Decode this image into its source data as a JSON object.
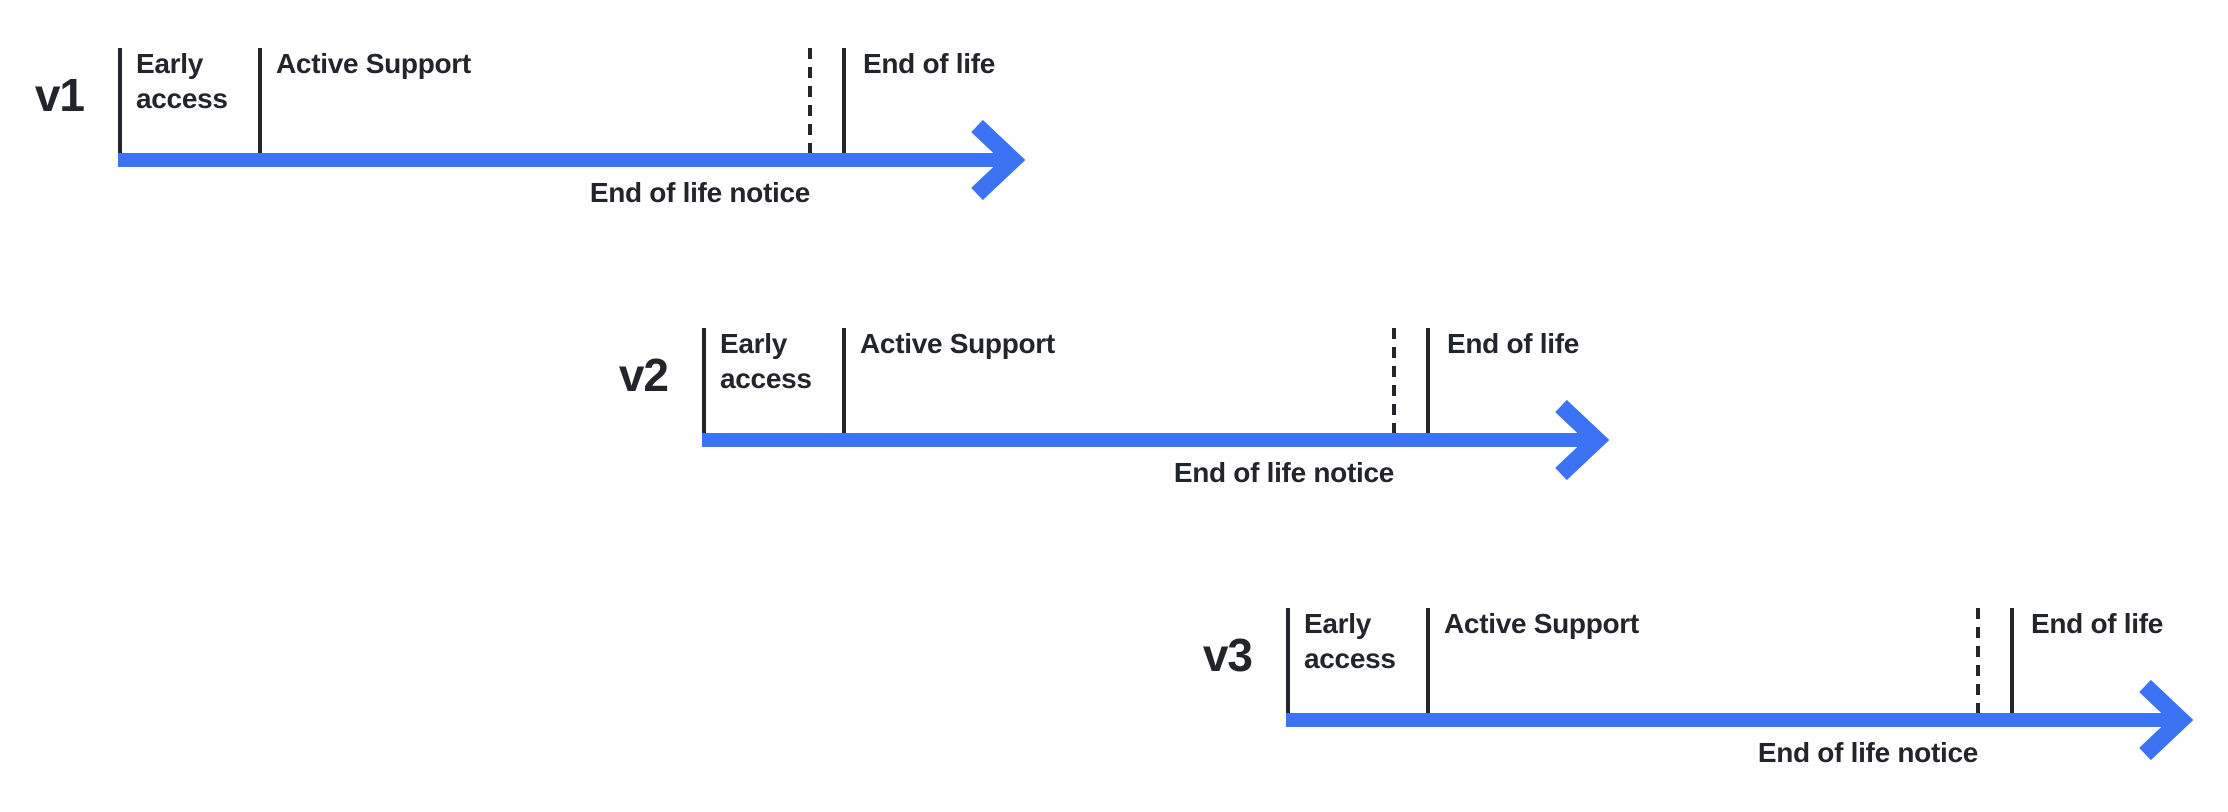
{
  "theme": {
    "accent_blue": "#3C72F4",
    "ink": "#22262C"
  },
  "rows": [
    {
      "version": "v1",
      "phases": {
        "early": "Early access",
        "active": "Active Support",
        "eol": "End of life",
        "notice": "End of life notice"
      }
    },
    {
      "version": "v2",
      "phases": {
        "early": "Early access",
        "active": "Active Support",
        "eol": "End of life",
        "notice": "End of life notice"
      }
    },
    {
      "version": "v3",
      "phases": {
        "early": "Early access",
        "active": "Active Support",
        "eol": "End of life",
        "notice": "End of life notice"
      }
    }
  ]
}
